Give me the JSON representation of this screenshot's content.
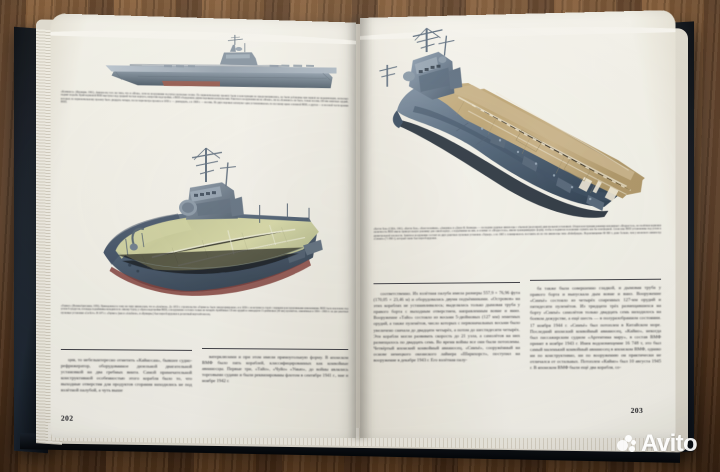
{
  "photo": {
    "subject": "open-hardcover-book-on-wooden-table",
    "book_cover_color": "#10161d",
    "page_color": "#f2f0e7",
    "table_color": "#7a5230"
  },
  "watermark": {
    "text": "Avito",
    "icon": "avito-dots-logo",
    "color": "#ffffff"
  },
  "left_page": {
    "page_number": "202",
    "figure_top": {
      "name": "clemenceau-side-profile",
      "alt": "Aircraft carrier Clemenceau, side profile illustration"
    },
    "caption_top": "«Клемансо» (Франция, 1961). Авианосец того же типа, что и «Фош», хотя на вооружении поступал несколько позже. По первоначальному проекту были в конструкции не предусматривались, но были добавлены при первой же модернизации, несколько поднят подъём. Край кормовой ВПП выступал над средней частью корпуса, напротив надстройки, а ВПП оборудована двумя паровыми катапультами. Ракетного вооружения ни на «Фоше», ни на «Клемансо» не было, только восемь 100-мм зенитных орудий, которых по первоначальному проекту было двадцать четыре, после пересмотра проекта в 1958 г. — двенадцать, а в 1968 г. — восемь. Из двух паровых катапульт одна устанавливалась по носовому краю основной ВПП, а другая — в носовой части кромки ВПП.",
    "figure_bottom": {
      "name": "hermes-three-quarter-view",
      "alt": "Aircraft carrier Hermes, three-quarter bow view illustration, yellow-green flight deck"
    },
    "caption_bottom": "«Гермес» (Великобритания, 1959). Принадлежал к тому же типу авианосцев, что и «Альбион». До 1953 г. строительство «Гермеса» было законсервировано, и в 1959 г. он вступил в строй с первыми конструктивными изменениями. ВПП была наклонена под углом 6 градусов, площадь подъёмника находился по левому борту, у обреза надстройки ВПП, а вооружение состояло только из четырёх Арейбиных СБ мм орудий и семнадцати 15-дюймовых (40 мм) пулемётов, заменённых в 1964—1966 гг. на две ракетные пусковые установки «Си Кэт». В 1971 г. «Гермес» (как и «Альбион», и «Булварк») был переоборудован в десантный вертолётоносец.",
    "column_left": "ция, то небезынтересно отметить «Кайносан», бывшее судно-рефрижератор, оборудованное дизельной двигательной установкой на два гребных винта. Самой примечательной конструктивной особенностью этого корабля было то, что выходные отверстия для продуктов сгорания находились не под взлётной палубой, а чуть выше",
    "column_right": "ватерклюзами и при этом имели прямоугольную форму.\nВ японском ВМФ было пять кораблей, классифицированных как конвойные авианосцы. Первые три, «Тайо», «Чуйо» «Унью», до войны являлись торговыми судами и были реквизированы флотом в сентябре 1941 г., мае и ноябре 1942 г."
  },
  "right_page": {
    "page_number": "203",
    "figure_top": {
      "name": "kitty-hawk-stern-quarter-view",
      "alt": "Aircraft carrier Kitty Hawk, stern quarter view illustration, tan flight deck"
    },
    "caption_top": "«Китти Хок» (США, 1961). «Китти Хок», «Констеллейшн», «Америка» и «Джон Ф. Кеннеди» — последние ударные авианосцы с обычной (неатомной) двигательной установкой. Общая конструкция решения напоминает «Форрестол», но полётная кормовая оконечность ВПП имела прямоугольную раковину для самой корпус, а подъёмники на них, в отличие от «Форрестола», имели трапециевидную форму, чтобы в поднятом положении служить как бы платформой. Спонсоны ВПП установлены под углом к диаметральной плоскости. Зенитное вооружение состоит из двух ракетных пусковых установок «Терьер», а на 1965 г. планировалось поставить их на эти авианосцы типа «Бэйнбридж». Водоизмещение 80 800 т, даже больше, чем у японского авианосца «Синано» (71 890 т), который также был переоборудован.",
    "column_left": "соответственно. Их взлётная палуба имела размеры 557,9 × 76,96 фута (170,05 × 23,46 м) и оборудовалась двумя подъёмниками. «Островов» на этих кораблях не устанавливалось; выделялась только дымовая труба у правого борта с выходным отверстием, направленным вовне и вниз.\nВооружение «Тайо» состояло из восьми 5-дюймовых (127 мм) зенитных орудий, а также пулемётов, число которых с первоначальных восьми было увеличено сначала до двадцати четырёх, а потом до шестидесяти четырёх. Эти корабли могли развивать скорость до 21 узла, а самолётов на них размещалось по двадцать семь. Во время войны все они были потоплены.\nЧетвёртый японский конвойный авианосец, «Синъё», сооружённый на основе немецкого океанского лайнера «Шарнхорст», поступил на вооружение в декабре 1943 г. Его взлётная палу-",
    "column_right": "ба также была совершенно гладкой, и дымовая труба у правого борта и выпускала дым вовне и вниз. Вооружение «Синъё» состояло из четырёх спаренных 127-мм орудий и пятидесяти пулемётов. Из тридцати трёх размещавшихся на борту «Синъё» самолётов только двадцать семь находилось на боевом дежурстве, а ещё шесть — в полуразобранном состоянии. 17 ноября 1944 г. «Синъё» был потоплен в Китайском море.\nПоследний японский конвойный авианосец, «Кайно», некогда был пассажирским судном «Аргентина мару», в состав ВМФ принят в ноябре 1943 г. Имея водоизмещение 16 748 т, это был самый маленький конвойный авианосец в японском ВМФ, однако ни по конструктивно, ни по вооружению он практически не отличался от остальных. Потоплен «Кайно» был 10 августа 1945 г.\nВ японском ВМФ были ещё два корабля, со-"
  }
}
